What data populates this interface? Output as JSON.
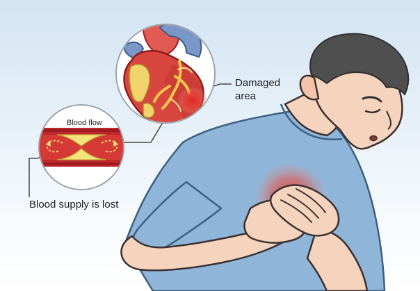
{
  "labels": {
    "damaged_area_line1": "Damaged",
    "damaged_area_line2": "area",
    "blood_flow": "Blood flow",
    "blood_supply_lost": "Blood supply is lost"
  },
  "colors": {
    "background_top": "#d6e6f3",
    "shirt": "#8fb5d9",
    "skin": "#f6d3bd",
    "hair": "#4f4f4f",
    "heart": "#d9463f",
    "artery_wall": "#c0272d",
    "plaque": "#f4e27a",
    "pain_glow": "#e2342b",
    "leader_line": "#2a2a2a"
  },
  "icons": [
    "heart-illustration",
    "artery-cross-section",
    "pain-glow"
  ]
}
